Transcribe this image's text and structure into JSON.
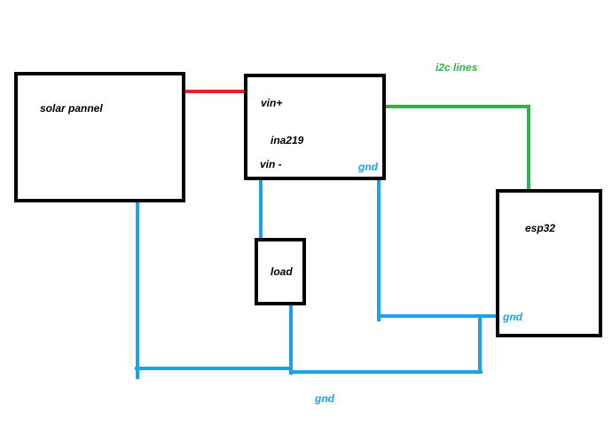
{
  "blocks": {
    "solar_panel": {
      "label": "solar pannel"
    },
    "ina219": {
      "label": "ina219",
      "vin_plus": "vin+",
      "vin_minus": "vin -",
      "gnd": "gnd"
    },
    "load": {
      "label": "load"
    },
    "esp32": {
      "label": "esp32",
      "gnd": "gnd"
    }
  },
  "annotations": {
    "i2c": "i2c lines",
    "ground": "gnd"
  },
  "colors": {
    "power_wire": "#e8202a",
    "i2c_wire": "#2eb34a",
    "ground_wire": "#1aa3e8",
    "box_outline": "#000000"
  }
}
